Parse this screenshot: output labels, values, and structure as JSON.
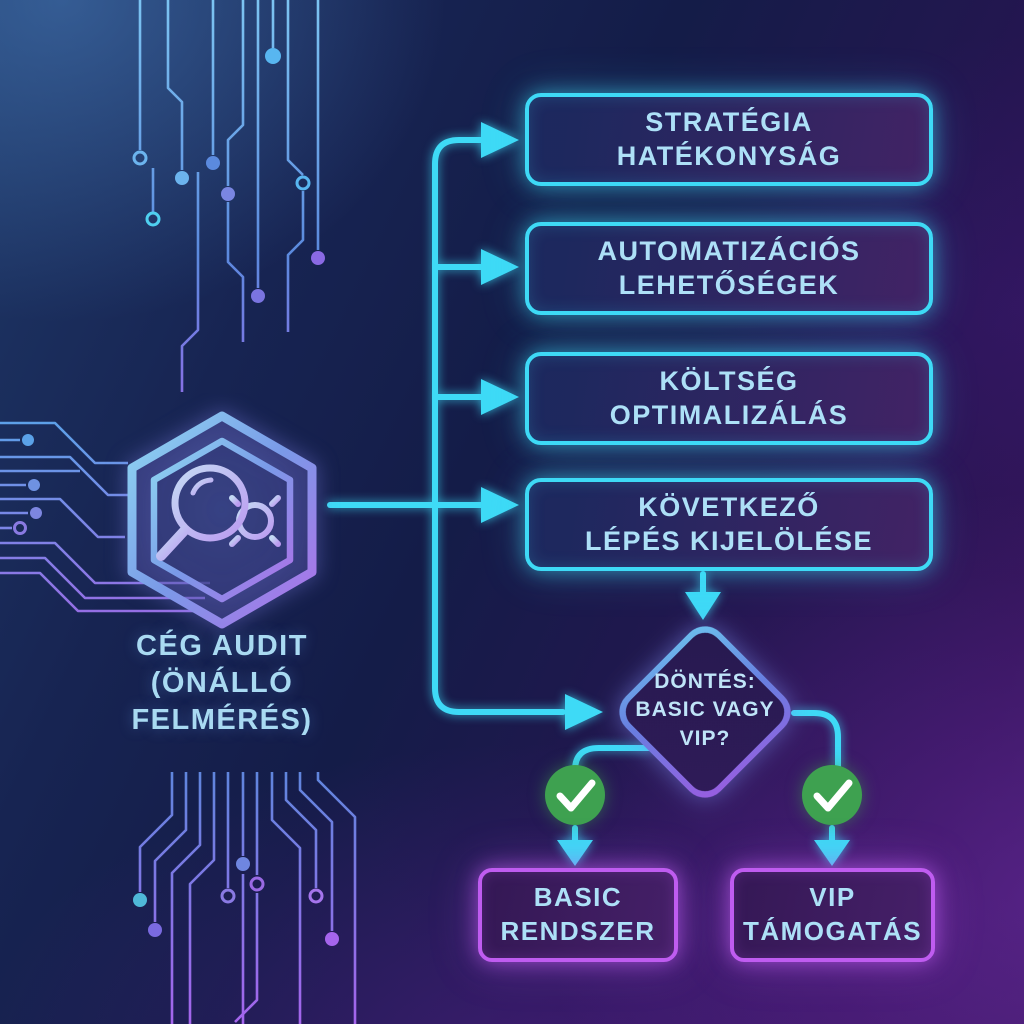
{
  "palette": {
    "accent_cyan": "#3EDAF6",
    "accent_magenta": "#BF5CF0",
    "status_green": "#3EA150",
    "label_text": "#ADE0F7",
    "diamond_gradient": [
      "#6CC2EE",
      "#9A5CE0"
    ]
  },
  "source_node": {
    "label": "CÉG AUDIT\n(ÖNÁLLÓ\nFELMÉRÉS)",
    "icon": "magnifier-gear-icon"
  },
  "audit_outputs": [
    {
      "label": "STRATÉGIA\nHATÉKONYSÁG"
    },
    {
      "label": "AUTOMATIZÁCIÓS\nLEHETŐSÉGEK"
    },
    {
      "label": "KÖLTSÉG\nOPTIMALIZÁLÁS"
    },
    {
      "label": "KÖVETKEZŐ\nLÉPÉS KIJELÖLÉSE"
    }
  ],
  "decision_node": {
    "label": "DÖNTÉS:\nBASIC VAGY\nVIP?"
  },
  "outcome_nodes": [
    {
      "label": "BASIC\nRENDSZER",
      "status_icon": "check-icon"
    },
    {
      "label": "VIP\nTÁMOGATÁS",
      "status_icon": "check-icon"
    }
  ]
}
